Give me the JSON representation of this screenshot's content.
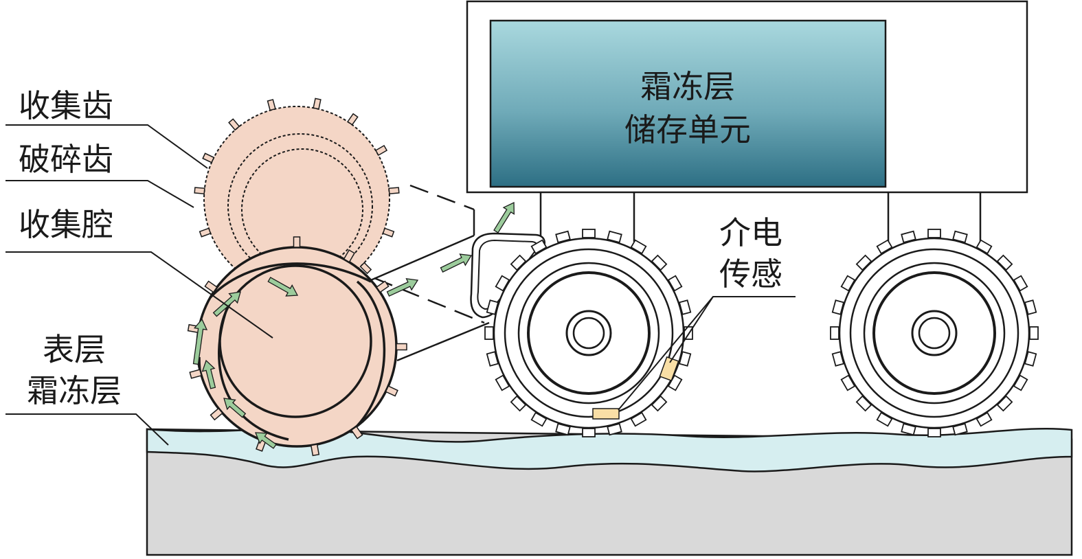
{
  "labels": {
    "collect_teeth": "收集齿",
    "crush_teeth": "破碎齿",
    "collect_cavity": "收集腔",
    "surface_frost_line1": "表层",
    "surface_frost_line2": "霜冻层",
    "storage_line1": "霜冻层",
    "storage_line2": "储存单元",
    "sensor_line1": "介电",
    "sensor_line2": "传感"
  },
  "colors": {
    "drum_fill": "#f4d6c6",
    "frost_layer": "#d6eef0",
    "ground": "#d9d9d9",
    "storage_top": "#a9d8de",
    "storage_bottom": "#2d6f84",
    "arrow_fill": "#9ccc9c",
    "sensor_pad": "#f9dfa6",
    "line": "#1a1a1a"
  }
}
